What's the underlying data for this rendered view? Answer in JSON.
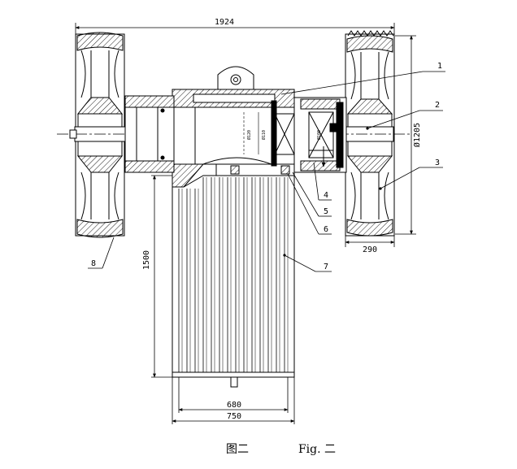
{
  "dimensions": {
    "overall_width": "1924",
    "pulley_diameter": "Ø1205",
    "pulley_width": "290",
    "drum_length": "1500",
    "drum_diameter_inner": "680",
    "drum_diameter_outer": "750"
  },
  "bore_labels": {
    "center_a": "Ø120",
    "center_b": "Ø110",
    "right_bearing": "Ø100"
  },
  "callouts": [
    "1",
    "2",
    "3",
    "4",
    "5",
    "6",
    "7",
    "8"
  ],
  "caption": {
    "zh": "图二",
    "en": "Fig. 二"
  }
}
